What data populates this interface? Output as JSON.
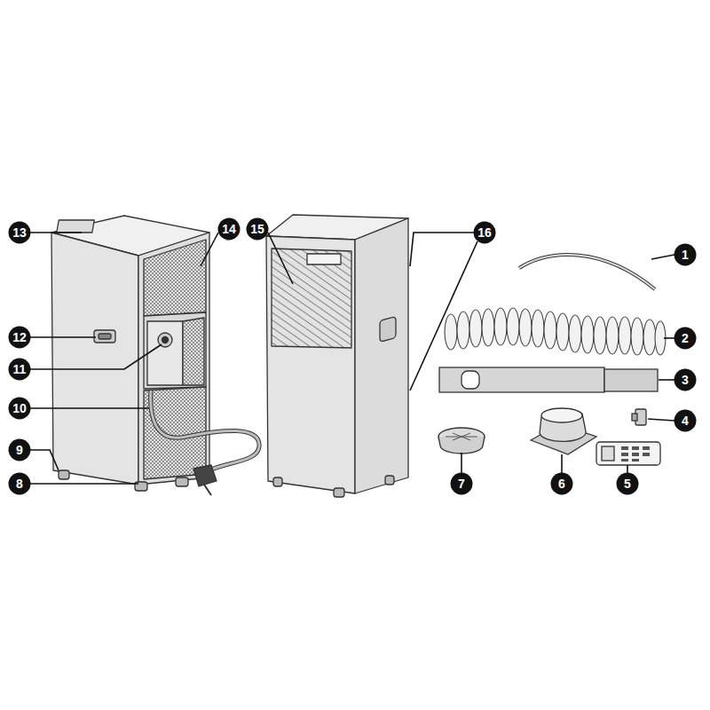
{
  "diagram": {
    "nodes": [
      {
        "text": [
          "14"
        ]
      },
      {
        "text": [
          "15"
        ]
      },
      {
        "text": [
          "13"
        ]
      },
      {
        "text": [
          "16"
        ]
      },
      {
        "text": [
          "1"
        ]
      },
      {
        "text": [
          "12"
        ]
      },
      {
        "text": [
          "2"
        ]
      },
      {
        "text": [
          "11"
        ]
      },
      {
        "text": [
          "3"
        ]
      },
      {
        "text": [
          "10"
        ]
      },
      {
        "text": [
          "4"
        ]
      },
      {
        "text": [
          "9"
        ]
      },
      {
        "text": [
          "8"
        ]
      },
      {
        "text": [
          "7"
        ]
      },
      {
        "text": [
          "6"
        ]
      },
      {
        "text": [
          "5"
        ]
      }
    ]
  }
}
